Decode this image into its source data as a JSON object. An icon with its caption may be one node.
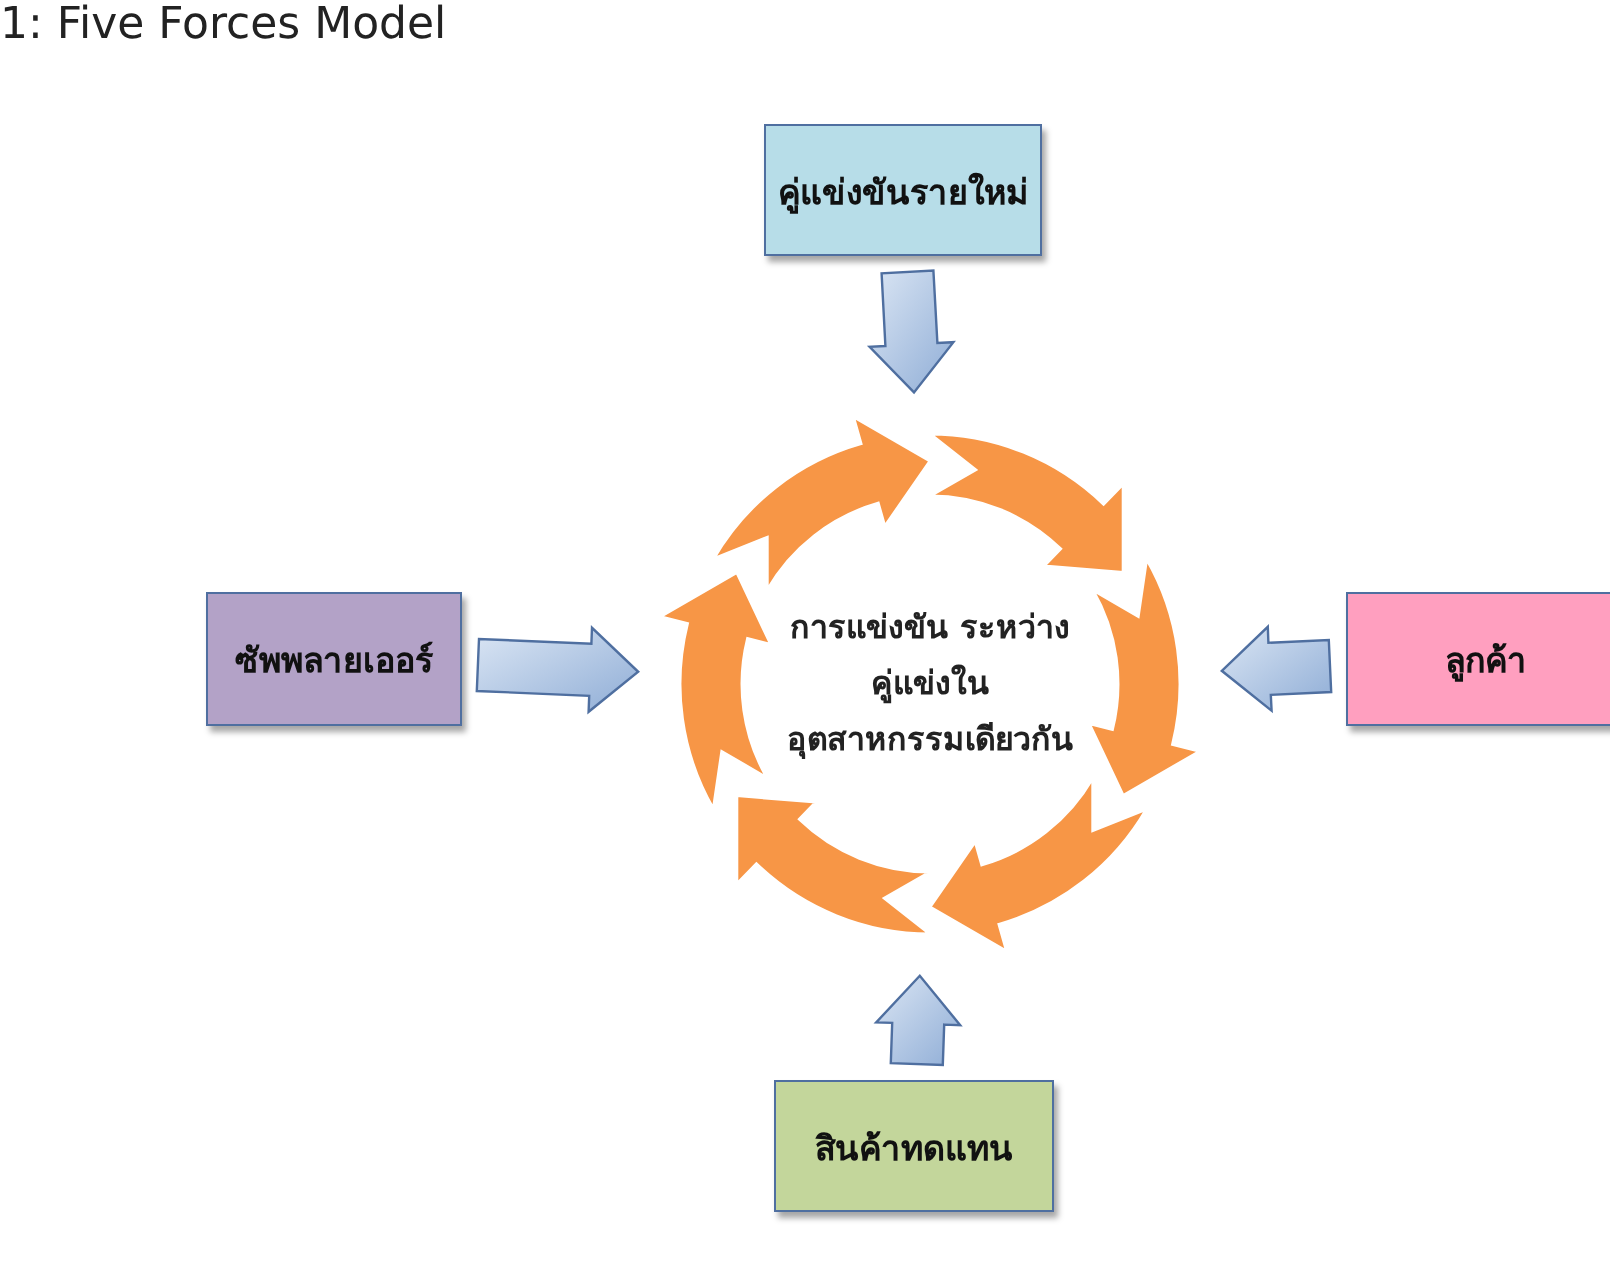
{
  "diagram": {
    "title": "1: Five Forces Model",
    "nodes": [
      {
        "text": [
          "คู่แข่งขันรายใหม่"
        ]
      },
      {
        "text": [
          "ซัพพลายเออร์"
        ]
      },
      {
        "text": [
          "การแข่งขัน ระหว่างคู่แข่งใน อุตสาหกรรมเดียวกัน"
        ]
      },
      {
        "text": [
          "ลูกค้า"
        ]
      },
      {
        "text": [
          "สินค้าทดแทน"
        ]
      }
    ],
    "edges": [
      {
        "from": 0,
        "to": 2,
        "arrow": "to"
      },
      {
        "from": 1,
        "to": 2,
        "arrow": "to"
      },
      {
        "from": 3,
        "to": 2,
        "arrow": "to"
      },
      {
        "from": 4,
        "to": 2,
        "arrow": "to"
      }
    ]
  }
}
